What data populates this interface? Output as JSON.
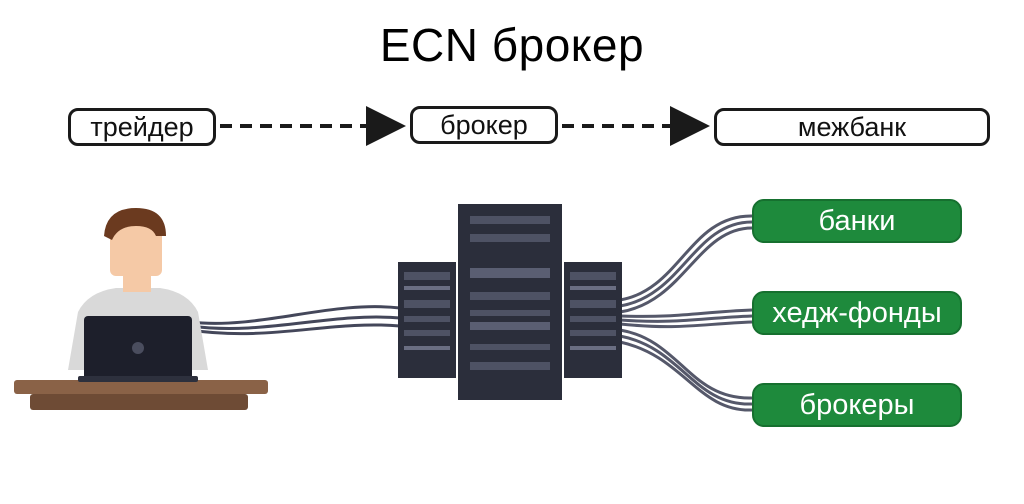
{
  "diagram": {
    "title": "ECN брокер",
    "flow": {
      "trader_label": "трейдер",
      "broker_label": "брокер",
      "interbank_label": "межбанк"
    },
    "targets": [
      {
        "label": "банки"
      },
      {
        "label": "хедж-фонды"
      },
      {
        "label": "брокеры"
      }
    ],
    "colors": {
      "pill_green": "#1e8a3c",
      "server_dark": "#2b2e3b",
      "cable": "#44475a"
    },
    "icons": {
      "person": "trader-at-laptop-icon",
      "server": "server-rack-icon"
    }
  }
}
